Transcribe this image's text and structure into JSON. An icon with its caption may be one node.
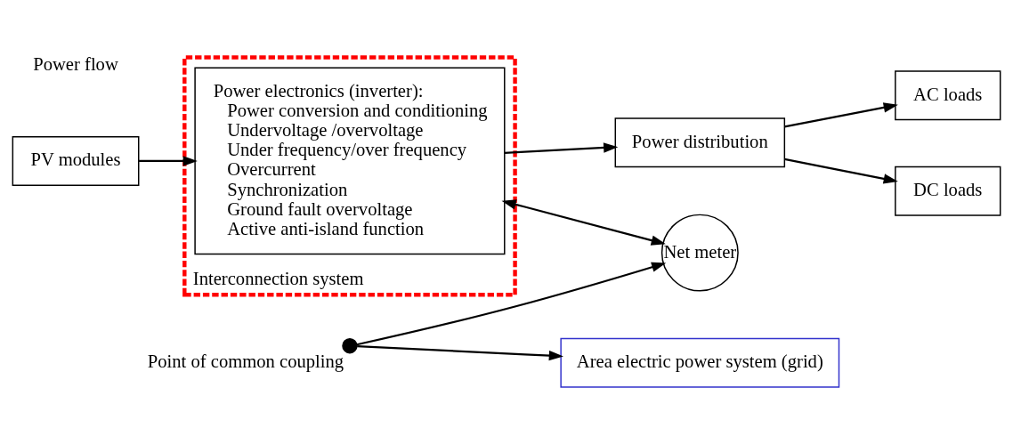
{
  "diagram": {
    "nodes": [
      {
        "text": [
          "PV modules"
        ]
      },
      {
        "text": [
          "Interconnection system"
        ]
      },
      {
        "text": [
          "Power electronics (inverter):",
          "Power conversion and conditioning",
          "Undervoltage /overvoltage",
          "Under frequency/over frequency",
          "Overcurrent",
          "Synchronization",
          "Ground fault overvoltage",
          "Active anti-island function"
        ],
        "in": 1
      },
      {
        "text": [
          "Net meter"
        ]
      },
      {
        "text": [
          "Power distribution"
        ]
      },
      {
        "text": [
          "AC loads"
        ]
      },
      {
        "text": [
          "DC loads"
        ]
      },
      {
        "text": [],
        "shape": "circle",
        "beside": [
          "Point of common coupling"
        ]
      },
      {
        "text": [
          "Area electric power system (grid)"
        ]
      }
    ],
    "edges": [
      {
        "from": 0,
        "to": 2,
        "arrow": "to"
      },
      {
        "from": 2,
        "to": 3,
        "arrow": "both"
      },
      {
        "from": 2,
        "to": 4,
        "arrow": "to"
      },
      {
        "from": 4,
        "to": 5,
        "arrow": "to"
      },
      {
        "from": 4,
        "to": 6,
        "arrow": "to"
      },
      {
        "from": 7,
        "to": 3,
        "arrow": "to"
      },
      {
        "from": 7,
        "to": 8,
        "arrow": "to"
      }
    ],
    "legend": [
      {
        "text": "Power flow"
      }
    ]
  }
}
